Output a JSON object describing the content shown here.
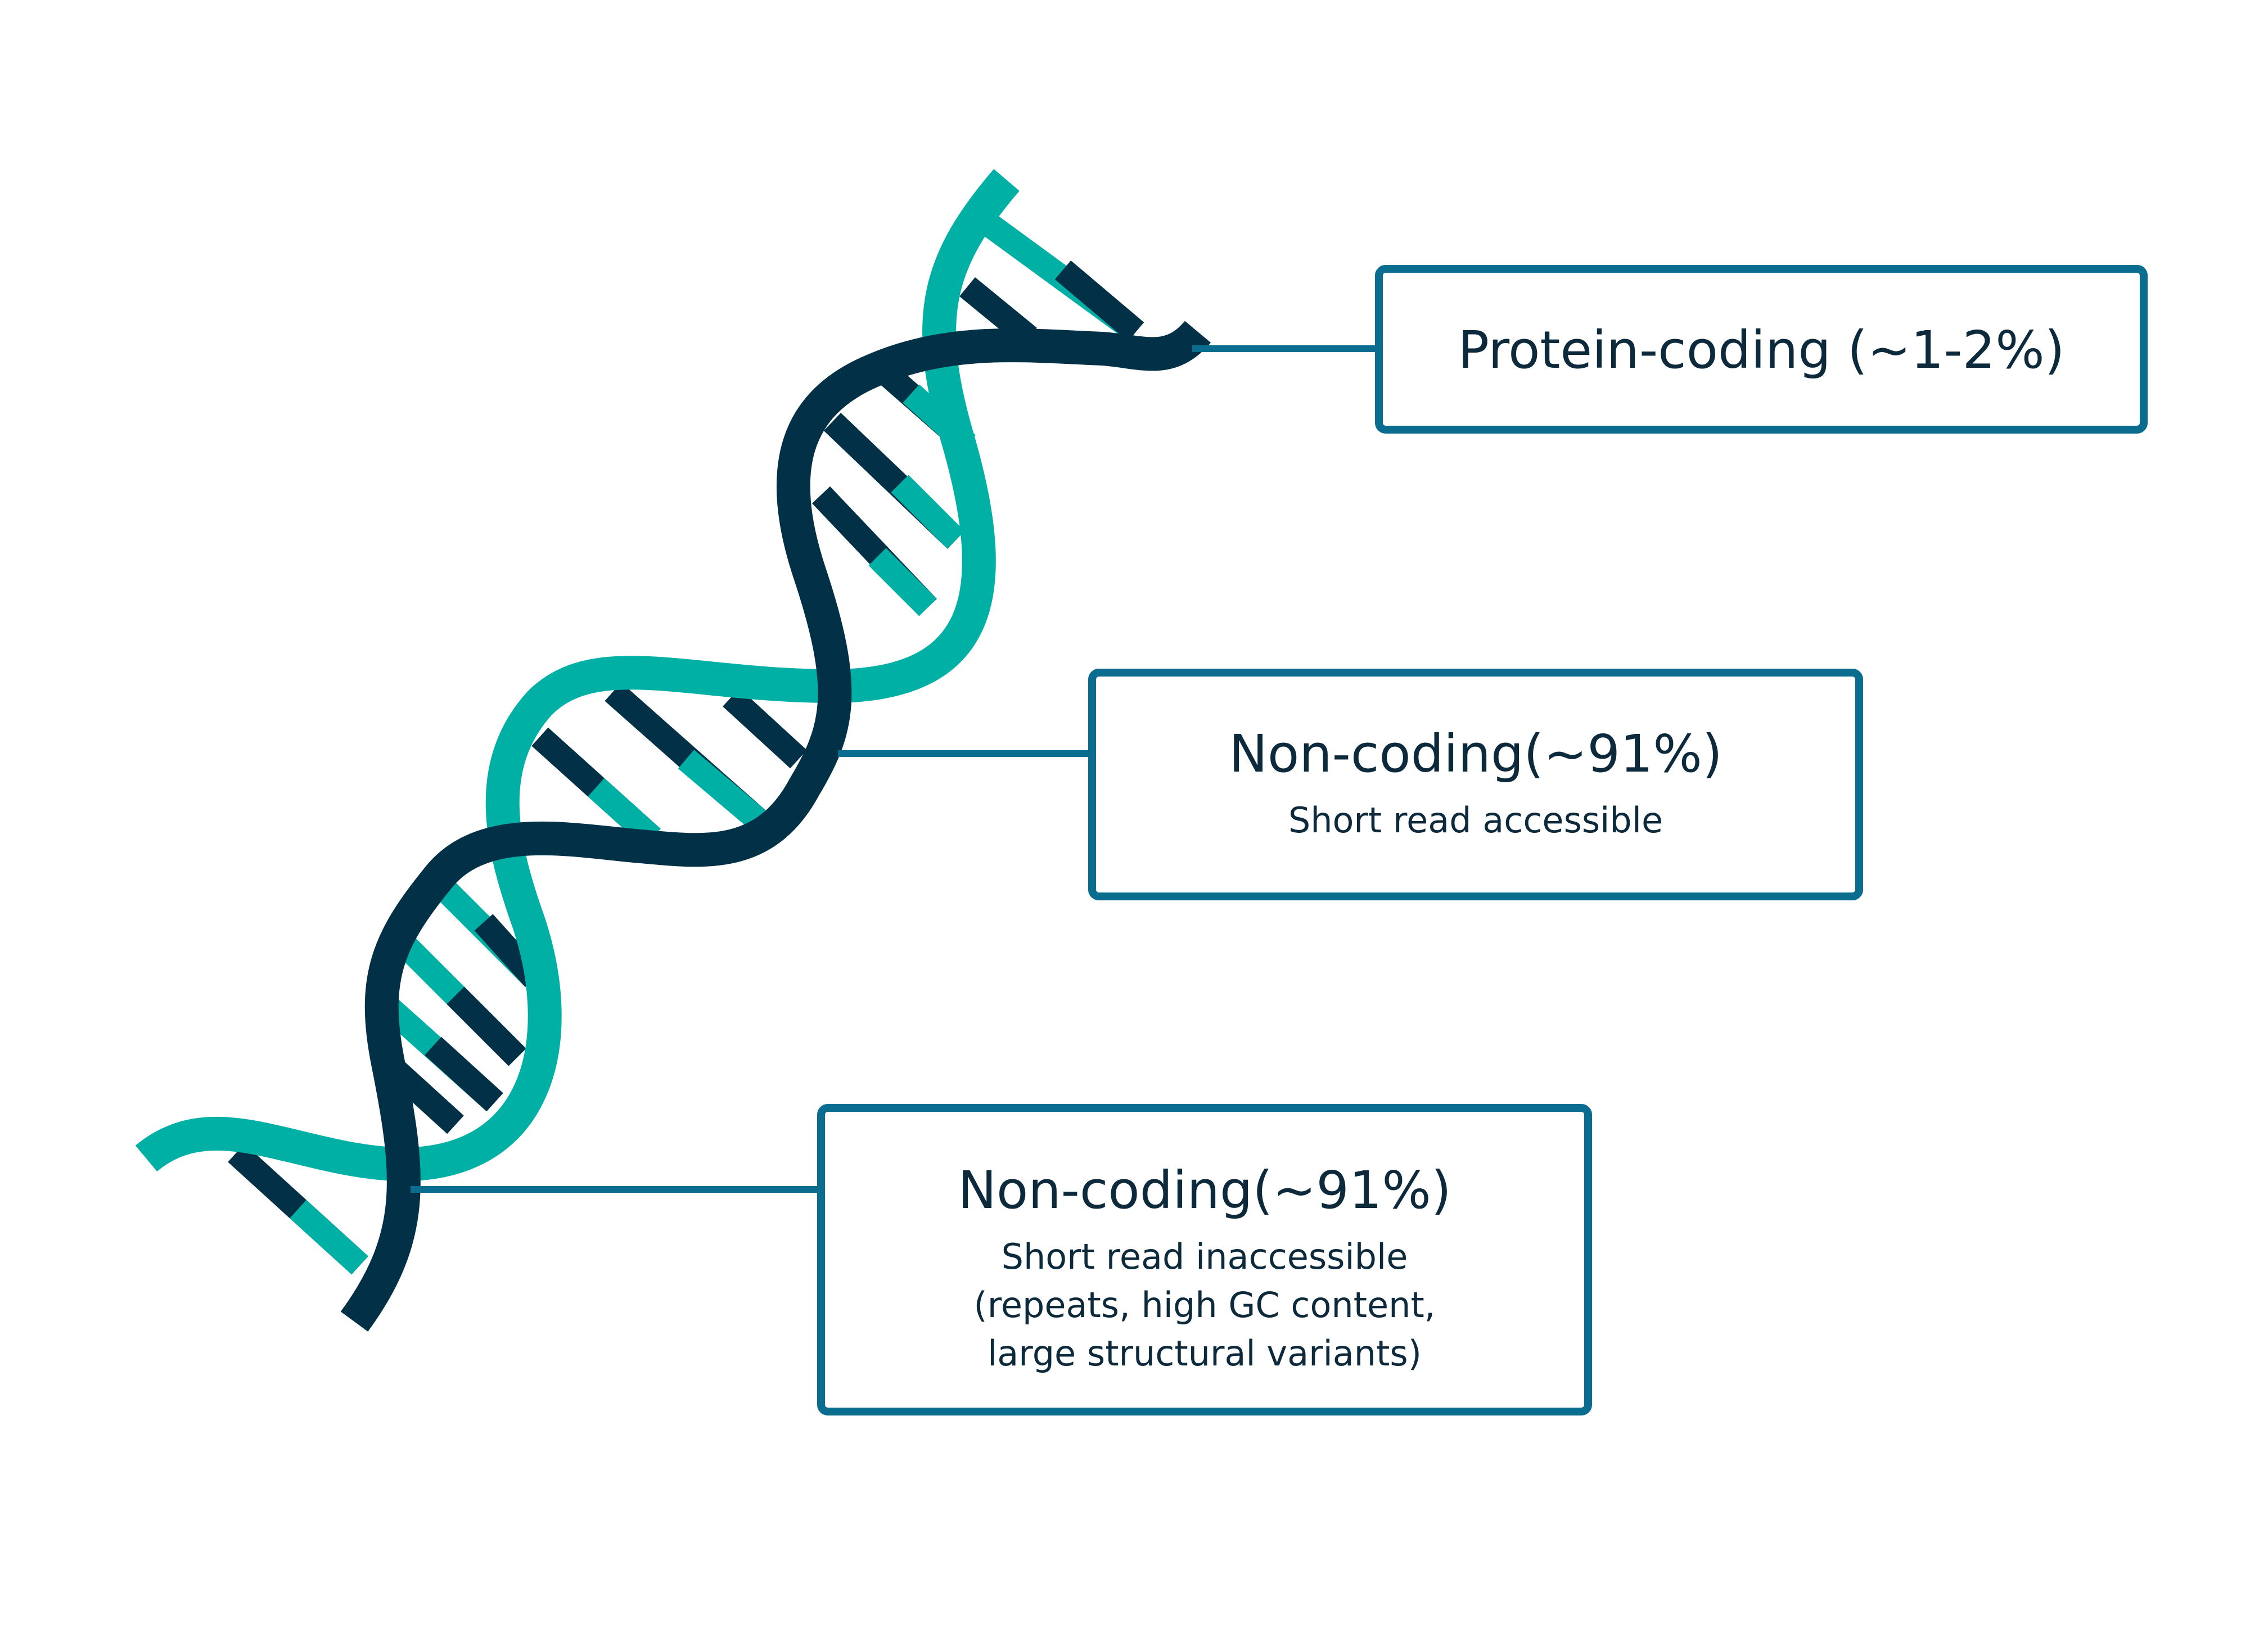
{
  "colors": {
    "strand_dark": "#023047",
    "strand_teal": "#00B0A5",
    "box_border": "#0A6D8F",
    "text": "#0D2A3C"
  },
  "icon": "dna-double-helix-icon",
  "labels": {
    "protein_coding": {
      "title": "Protein-coding (~1-2%)"
    },
    "noncoding_accessible": {
      "title": "Non-coding(~91%)",
      "subtitle": "Short read accessible"
    },
    "noncoding_inaccessible": {
      "title": "Non-coding(~91%)",
      "line1": "Short read inaccessible",
      "line2": "(repeats, high GC content,",
      "line3": "large structural variants)"
    }
  }
}
